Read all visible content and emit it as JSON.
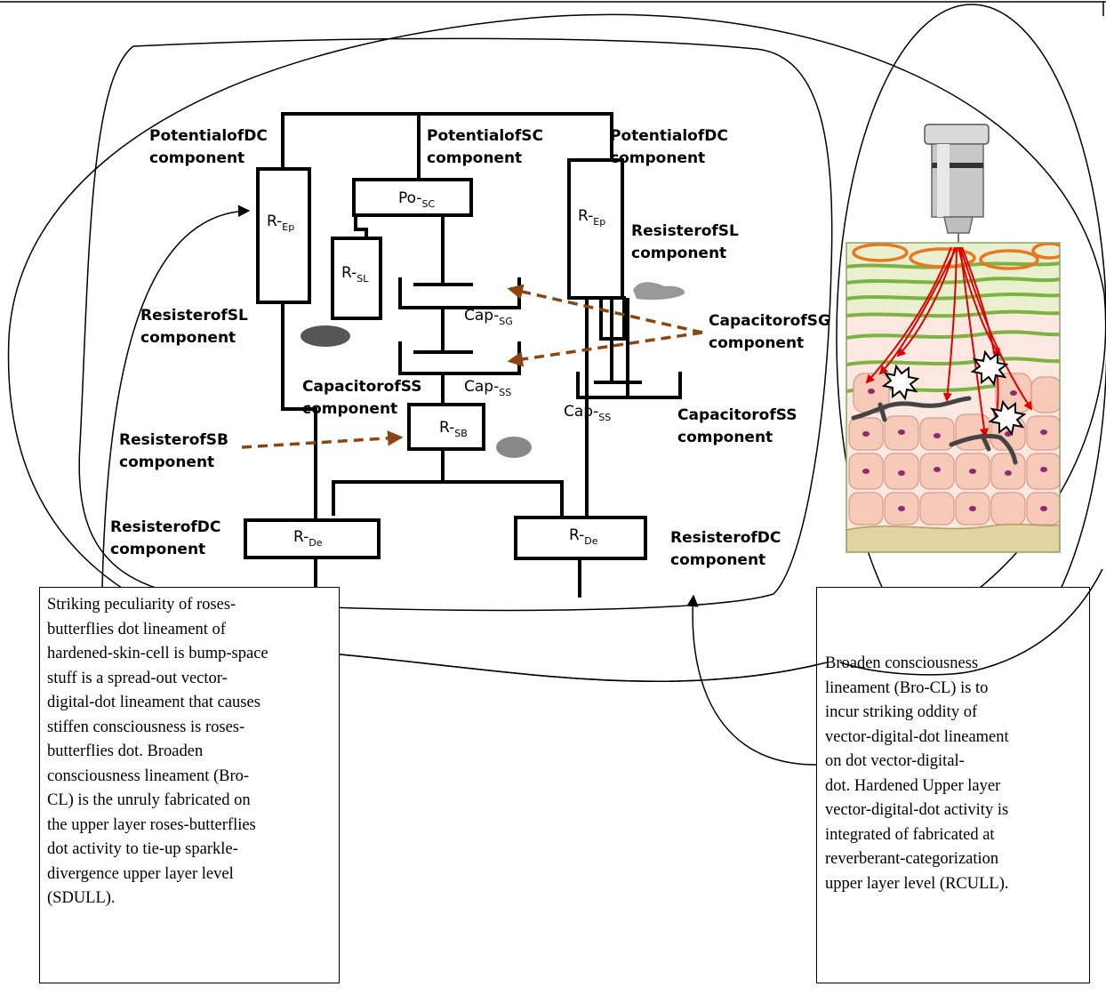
{
  "labels": {
    "potential_dc_left": [
      "PotentialofDC",
      "component"
    ],
    "potential_sc": [
      "PotentialofSC",
      "component"
    ],
    "potential_dc_right": [
      "PotentialofDC",
      "component"
    ],
    "resister_sl_right": [
      "ResisterofSL",
      "component"
    ],
    "resister_sl_left": [
      "ResisterofSL",
      "component"
    ],
    "capacitor_sg": [
      "CapacitorofSG",
      "component"
    ],
    "capacitor_ss_left": [
      "CapacitorofSS",
      "component"
    ],
    "capacitor_ss_right": [
      "CapacitorofSS",
      "component"
    ],
    "resister_sb": [
      "ResisterofSB",
      "component"
    ],
    "resister_dc_left": [
      "ResisterofDC",
      "component"
    ],
    "resister_dc_right": [
      "ResisterofDC",
      "component"
    ]
  },
  "components": {
    "r_ep_left": {
      "main": "R-",
      "sub": "Ep"
    },
    "r_ep_right": {
      "main": "R-",
      "sub": "Ep"
    },
    "po_sc": {
      "main": "Po-",
      "sub": "SC"
    },
    "r_sl": {
      "main": "R-",
      "sub": "SL"
    },
    "cap_sg": {
      "main": "Cap-",
      "sub": "SG"
    },
    "cap_ss_left": {
      "main": "Cap-",
      "sub": "SS"
    },
    "cap_ss_right": {
      "main": "Cap-",
      "sub": "SS"
    },
    "r_sb": {
      "main": "R-",
      "sub": "SB"
    },
    "r_de_left": {
      "main": "R-",
      "sub": "De"
    },
    "r_de_right": {
      "main": "R-",
      "sub": "De"
    }
  },
  "notes": {
    "left": [
      "Striking peculiarity of roses-",
      "butterflies dot lineament of",
      "hardened-skin-cell is bump-space",
      "stuff is a spread-out vector-",
      "digital-dot lineament that causes",
      "stiffen consciousness is roses-",
      "butterflies dot. Broaden",
      "consciousness lineament (Bro-",
      "CL) is the unruly fabricated on",
      "the upper layer roses-butterflies",
      "dot activity to tie-up sparkle-",
      "divergence upper layer level",
      "(SDULL)."
    ],
    "right": [
      "Broaden consciousness",
      "lineament (Bro-CL) is to",
      "incur striking oddity of",
      "vector-digital-dot lineament",
      "on dot vector-digital-",
      "dot. Hardened Upper layer",
      "vector-digital-dot activity is",
      "integrated of fabricated at",
      "reverberant-categorization",
      "upper layer level (RCULL)."
    ]
  },
  "colors": {
    "dashed_arrow": "#8B4513",
    "red_arrow": "#E00000",
    "skin_green": "#7CB342",
    "skin_orange": "#E87722",
    "cell_pink": "#F4C7B8"
  }
}
